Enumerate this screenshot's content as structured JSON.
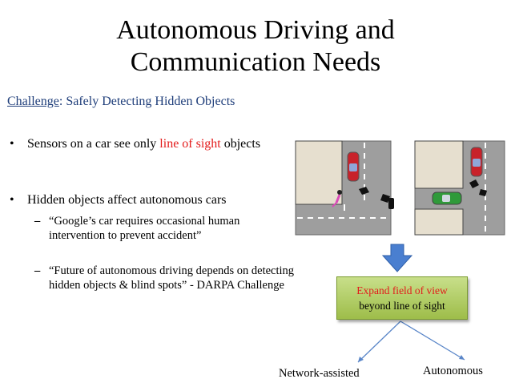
{
  "slide": {
    "title_line1": "Autonomous Driving and",
    "title_line2": "Communication Needs",
    "challenge_label": "Challenge",
    "challenge_text": ": Safely Detecting Hidden Objects",
    "bullets": [
      {
        "text_before": "Sensors on a car see only ",
        "highlight": "line of sight",
        "text_after": " objects"
      },
      {
        "text": "Hidden objects affect autonomous cars"
      }
    ],
    "sub_bullets": [
      {
        "text": "“Google’s car requires occasional human intervention to prevent accident”"
      },
      {
        "text": "“Future of autonomous driving depends on detecting hidden objects & blind spots” - DARPA Challenge"
      }
    ],
    "expand_box": {
      "line1": "Expand field of view",
      "line2": "beyond line of sight"
    },
    "branches": {
      "left": "Network-assisted",
      "right": "Autonomous"
    }
  },
  "colors": {
    "challenge": "#1f3e7a",
    "highlight": "#e31b1b",
    "road": "#9e9e9e",
    "building": "#e6dfcf",
    "arrow": "#4a7fd0",
    "box": "#b0cd6a",
    "branch_line": "#5a86c8"
  },
  "icons": [
    "red-car-icon",
    "green-car-icon",
    "pedestrian-icon",
    "camera-sensor-icon",
    "down-arrow-icon"
  ]
}
